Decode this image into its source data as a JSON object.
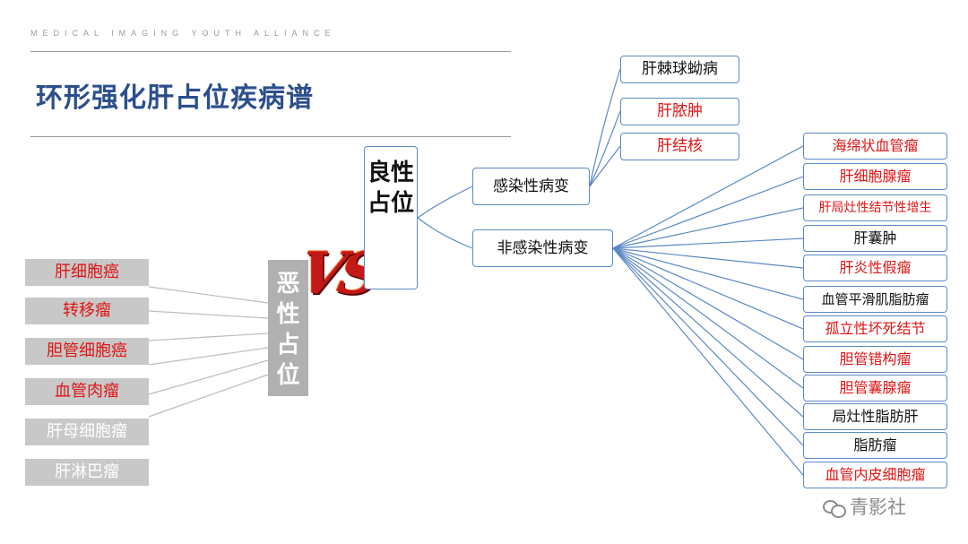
{
  "header": {
    "topbar": "MEDICAL IMAGING YOUTH ALLIANCE",
    "title": "环形强化肝占位疾病谱"
  },
  "center": {
    "malignant": "恶性占位",
    "benign": "良性占位",
    "vs": "VS"
  },
  "malignant_items": [
    {
      "label": "肝细胞癌",
      "color": "red"
    },
    {
      "label": "转移瘤",
      "color": "red"
    },
    {
      "label": "胆管细胞癌",
      "color": "red"
    },
    {
      "label": "血管肉瘤",
      "color": "red"
    },
    {
      "label": "肝母细胞瘤",
      "color": "white"
    },
    {
      "label": "肝淋巴瘤",
      "color": "white"
    }
  ],
  "benign_groups": [
    {
      "label": "感染性病变"
    },
    {
      "label": "非感染性病变"
    }
  ],
  "infectious_items": [
    {
      "label": "肝棘球蚴病",
      "color": "black"
    },
    {
      "label": "肝脓肿",
      "color": "red"
    },
    {
      "label": "肝结核",
      "color": "red"
    }
  ],
  "noninfectious_items": [
    {
      "label": "海绵状血管瘤",
      "color": "red"
    },
    {
      "label": "肝细胞腺瘤",
      "color": "red"
    },
    {
      "label": "肝局灶性结节性增生",
      "color": "red"
    },
    {
      "label": "肝囊肿",
      "color": "black"
    },
    {
      "label": "肝炎性假瘤",
      "color": "red"
    },
    {
      "label": "血管平滑肌脂肪瘤",
      "color": "black"
    },
    {
      "label": "孤立性坏死结节",
      "color": "red"
    },
    {
      "label": "胆管错构瘤",
      "color": "red"
    },
    {
      "label": "胆管囊腺瘤",
      "color": "red"
    },
    {
      "label": "局灶性脂肪肝",
      "color": "black"
    },
    {
      "label": "脂肪瘤",
      "color": "black"
    },
    {
      "label": "血管内皮细胞瘤",
      "color": "red"
    }
  ],
  "watermark": "青影社",
  "colors": {
    "title": "#2c4f8c",
    "red": "#e01414",
    "border": "#5b8ac4",
    "gray_box": "#c8c8c8"
  }
}
